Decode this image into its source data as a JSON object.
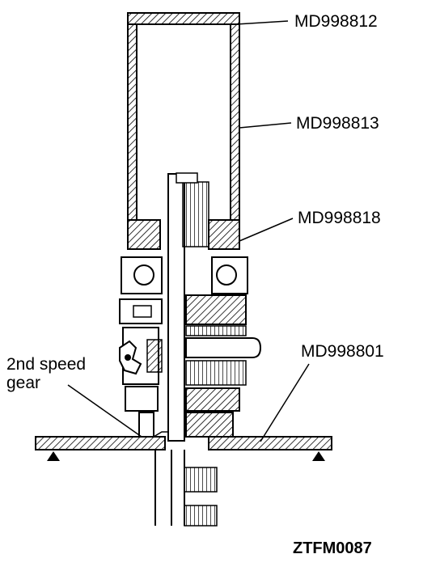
{
  "labels": {
    "tool_top": "MD998812",
    "tool_sleeve": "MD998813",
    "tool_collar": "MD998818",
    "tool_plate": "MD998801",
    "gear_line1": "2nd  speed",
    "gear_line2": "gear",
    "figure_code": "ZTFM0087"
  },
  "colors": {
    "ink": "#000000",
    "paper": "#ffffff"
  }
}
